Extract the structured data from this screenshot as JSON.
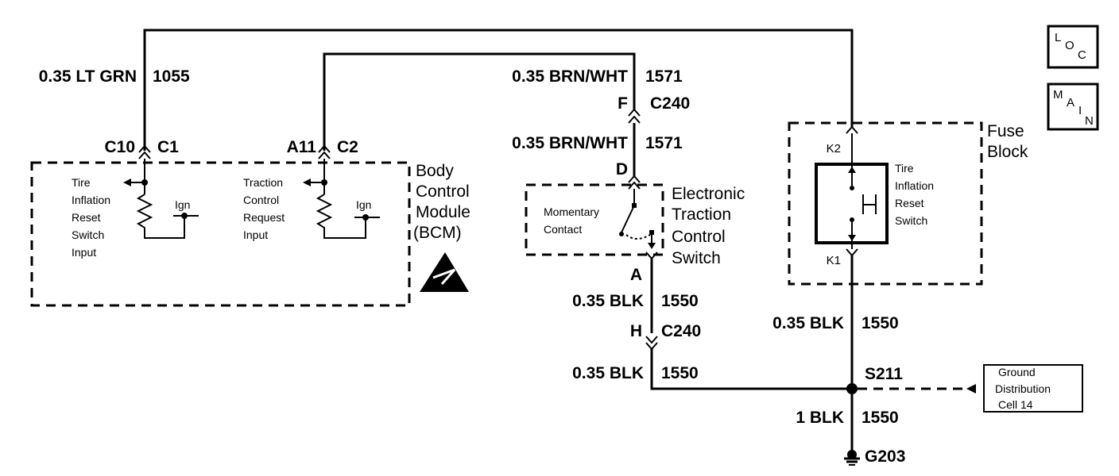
{
  "wires": {
    "w1055": "0.35 LT GRN",
    "n1055": "1055",
    "w1571_top": "0.35 BRN/WHT",
    "n1571_top": "1571",
    "w1571_mid": "0.35 BRN/WHT",
    "n1571_mid": "1571",
    "w1550_a": "0.35 BLK",
    "n1550_a": "1550",
    "w1550_b": "0.35 BLK",
    "n1550_b": "1550",
    "w1550_c": "0.35 BLK",
    "n1550_c": "1550",
    "w1550_g": "1 BLK",
    "n1550_g": "1550"
  },
  "connectors": {
    "c10": "C10",
    "c1": "C1",
    "a11": "A11",
    "c2": "C2",
    "f": "F",
    "c240_top": "C240",
    "d": "D",
    "a": "A",
    "h": "H",
    "c240_bot": "C240",
    "k2": "K2",
    "k1": "K1"
  },
  "bcm": {
    "title": [
      "Body",
      "Control",
      "Module",
      "(BCM)"
    ],
    "tire_input": [
      "Tire",
      "Inflation",
      "Reset",
      "Switch",
      "Input"
    ],
    "traction_input": [
      "Traction",
      "Control",
      "Request",
      "Input"
    ],
    "ign1": "Ign",
    "ign2": "Ign"
  },
  "etcs": {
    "title": [
      "Electronic",
      "Traction",
      "Control",
      "Switch"
    ],
    "contact": [
      "Momentary",
      "Contact"
    ]
  },
  "fuse_block": {
    "title": [
      "Fuse",
      "Block"
    ],
    "switch_label": [
      "Tire",
      "Inflation",
      "Reset",
      "Switch"
    ]
  },
  "splice": "S211",
  "ground": "G203",
  "ground_dist": [
    "Ground",
    "Distribution",
    "Cell 14"
  ],
  "badges": {
    "loc": [
      "L",
      "O",
      "C"
    ],
    "main": [
      "M",
      "A",
      "I",
      "N"
    ]
  }
}
